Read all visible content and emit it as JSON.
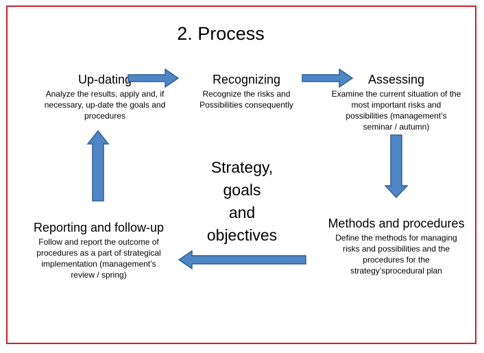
{
  "title": "2. Process",
  "nodes": {
    "updating": {
      "heading": "Up-dating",
      "text": "Analyze the results, apply and, if necessary, up-date the goals and procedures"
    },
    "recognizing": {
      "heading": "Recognizing",
      "text": "Recognize the risks and Possibilities consequently"
    },
    "assessing": {
      "heading": "Assessing",
      "text": "Examine the current situation of the most important risks and possibilities (management’s seminar / autumn)"
    },
    "methods": {
      "heading": "Methods and procedures",
      "text": "Define the methods for managing risks and possibilities and the procedures for the strategy’sprocedural plan"
    },
    "reporting": {
      "heading": "Reporting and follow-up",
      "text": "Follow and report the outcome of procedures as a part of strategical implementation (management’s review / spring)"
    }
  },
  "center": {
    "line1": "Strategy,",
    "line2": "goals",
    "line3": "and",
    "line4": "objectives"
  },
  "colors": {
    "frame": "#d0202a",
    "arrow_fill": "#4f86c6",
    "arrow_stroke": "#2f5f96"
  }
}
